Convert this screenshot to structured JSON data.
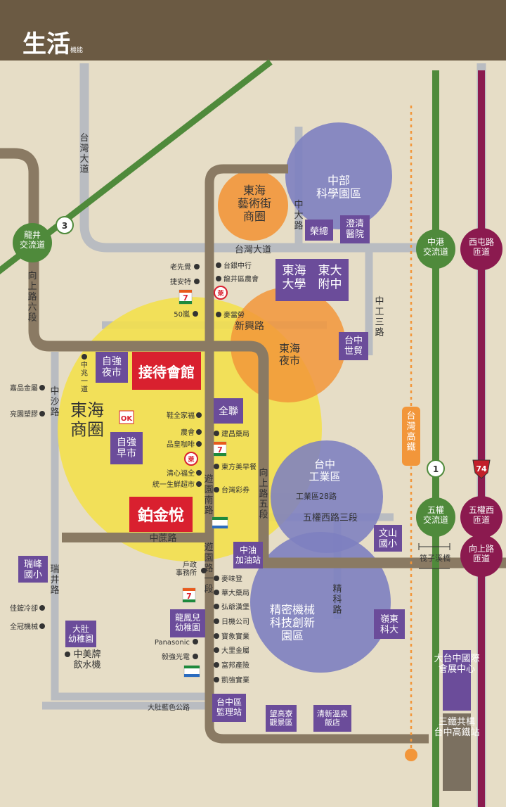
{
  "header": {
    "title": "生活",
    "subtitle": "機能"
  },
  "colors": {
    "header_bg": "#6b5a43",
    "paper": "#e6ddc6",
    "road_brown": "#8a7a63",
    "road_gray": "#b9bcc1",
    "green": "#4f8a3b",
    "maroon": "#8b1a4f",
    "purple": "#6b4c9a",
    "red": "#d9202f",
    "yellow": "#f4e04a",
    "orange": "#f2963a",
    "blue_circle": "#7d7fc0"
  },
  "circles": {
    "tunghai_shopping": "東海\n商圈",
    "art_street": "東海\n藝術街\n商圈",
    "science_park": "中部\n科學園區",
    "night_market": "東海\n夜市",
    "industrial_zone": "台中\n工業區",
    "precision_park": "精密機械\n科技創新\n園區"
  },
  "roads": {
    "taiwan_blvd_v": "台\n灣\n大\n道",
    "taiwan_blvd": "台灣大道",
    "zhongda_rd": "中\n大\n路",
    "xinxing_rd": "新興路",
    "zhonggong_3rd": "中\n工\n三\n路",
    "xiangshang_6": "向\n上\n路\n六\n段",
    "zhongsha_rd": "中\n沙\n路",
    "zhongbei_1": "中\n兆\n一\n道",
    "youyuan_s": "遊\n園\n南\n路",
    "xiangshang_5": "向\n上\n路\n五\n段",
    "gongye_28": "工業區28路",
    "wuquan_w3": "五權西路三段",
    "zhongshu": "中蔗路",
    "youyuan_1": "遊\n園\n路\n一\n段",
    "ruijing": "瑞\n井\n路",
    "jingke": "精\n科\n路",
    "dadu_blue": "大肚藍色公路",
    "hsr": "台\n灣\n高\n鐵",
    "shuangzi": "筏子溪橋"
  },
  "interchanges": {
    "longjing": "龍井\n交流道",
    "zhonggang": "中港\n交流道",
    "xitun": "西屯路\n匝道",
    "wuquan": "五權\n交流道",
    "wuquan_w": "五權西\n匝道",
    "xiangshang": "向上路\n匝道"
  },
  "shields": {
    "s3": "3",
    "s1": "1",
    "s74": "74"
  },
  "labels": {
    "tunghai_univ": "東海　東大\n大學　附中",
    "rongzong": "榮總",
    "chengqing": "澄清\n醫院",
    "zhongshi": "台中\n世貿",
    "ziqiang_night": "自強\n夜市",
    "reception": "接待會館",
    "ziqiang_morning": "自強\n早市",
    "quanlian": "全聯",
    "bojinyue": "鉑金悅",
    "wenshan": "文山\n國小",
    "zhongyou": "中油\n加油站",
    "ruifeng": "瑞峰\n國小",
    "dadu_kinder": "大肚\n幼稚園",
    "longfeng": "龍鳳兒\n幼稚園",
    "lingdong": "嶺東\n科大",
    "prison": "台中區\n監理站",
    "wanggao": "望高寮\n觀景區",
    "qingxin": "清新溫泉\n飯店",
    "expo": "大台中國際\n會展中心",
    "three_rail": "三鐵共構\n台中高鐵站"
  },
  "shops": {
    "left_top": [
      "老先覺",
      "捷安特"
    ],
    "fifty": "50嵐",
    "right_top": [
      "台銀中行",
      "龍井區農會"
    ],
    "mcd": "麥當勞",
    "left_mid": [
      "鞋全家福",
      "農會",
      "品皇咖啡",
      "清心福全",
      "統一生鮮超市"
    ],
    "right_mid": [
      "建昌藥局",
      "東方美早餐",
      "台灣彩券"
    ],
    "west": [
      "嘉品金屬",
      "亮園塑膠"
    ],
    "huhsuo": "戶政\n事務所",
    "right_low": [
      "麥味登",
      "華大藥局",
      "弘爺漢堡",
      "日機公司",
      "寶象實業",
      "大里金屬",
      "富邦產險",
      "凱強實業"
    ],
    "left_low": [
      "Panasonic",
      "毅強光電"
    ],
    "far_west": [
      "佳鋐冷卻",
      "全冠機械"
    ],
    "zhongmei": "中美牌\n飲水機"
  },
  "brands": {
    "seven": "7-ELEVEN",
    "family": "FamilyMart",
    "ok": "OK",
    "hilife": "萊"
  }
}
